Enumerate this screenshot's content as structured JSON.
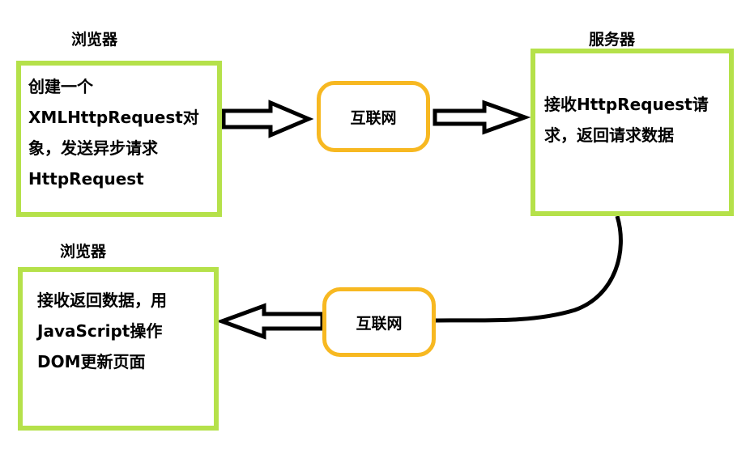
{
  "browser_top": {
    "label": "浏览器",
    "lines": [
      "创建一个",
      "XMLHttpRequest对",
      "象，发送异步请求",
      "HttpRequest"
    ]
  },
  "server": {
    "label": "服务器",
    "lines": [
      "接收HttpRequest请",
      "求，返回请求数据"
    ]
  },
  "browser_bottom": {
    "label": "浏览器",
    "lines": [
      "接收返回数据，用",
      "JavaScript操作",
      "DOM更新页面"
    ]
  },
  "internet_top": {
    "label": "互联网"
  },
  "internet_bottom": {
    "label": "互联网"
  },
  "colors": {
    "box_border": "#b5e14a",
    "pill_border": "#f7b821",
    "arrow": "#000000"
  }
}
